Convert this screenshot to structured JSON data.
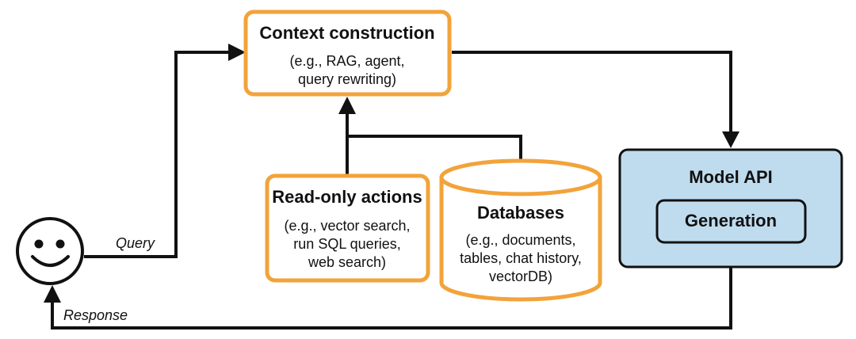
{
  "colors": {
    "orange_border": "#f2a33a",
    "model_fill": "#bfdcee",
    "stroke": "#111111"
  },
  "user": {
    "icon": "smiley-face-icon"
  },
  "edges": {
    "query_label": "Query",
    "response_label": "Response"
  },
  "context": {
    "title": "Context construction",
    "line1": "(e.g., RAG, agent,",
    "line2": "query rewriting)"
  },
  "actions": {
    "title": "Read-only actions",
    "line1": "(e.g., vector search,",
    "line2": "run SQL queries,",
    "line3": "web search)"
  },
  "databases": {
    "title": "Databases",
    "line1": "(e.g., documents,",
    "line2": "tables, chat history,",
    "line3": "vectorDB)"
  },
  "model": {
    "title": "Model API",
    "generation": "Generation"
  }
}
